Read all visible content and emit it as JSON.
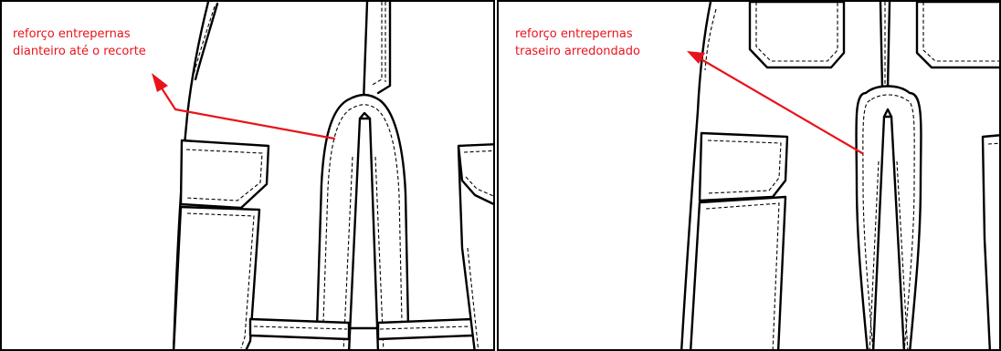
{
  "panels": [
    {
      "label_lines": [
        "reforço entrepernas",
        "dianteiro até o recorte"
      ]
    },
    {
      "label_lines": [
        "reforço entrepernas",
        "traseiro arredondado"
      ]
    }
  ],
  "colors": {
    "annotation": "#e8141b",
    "line": "#000000",
    "background": "#ffffff"
  }
}
